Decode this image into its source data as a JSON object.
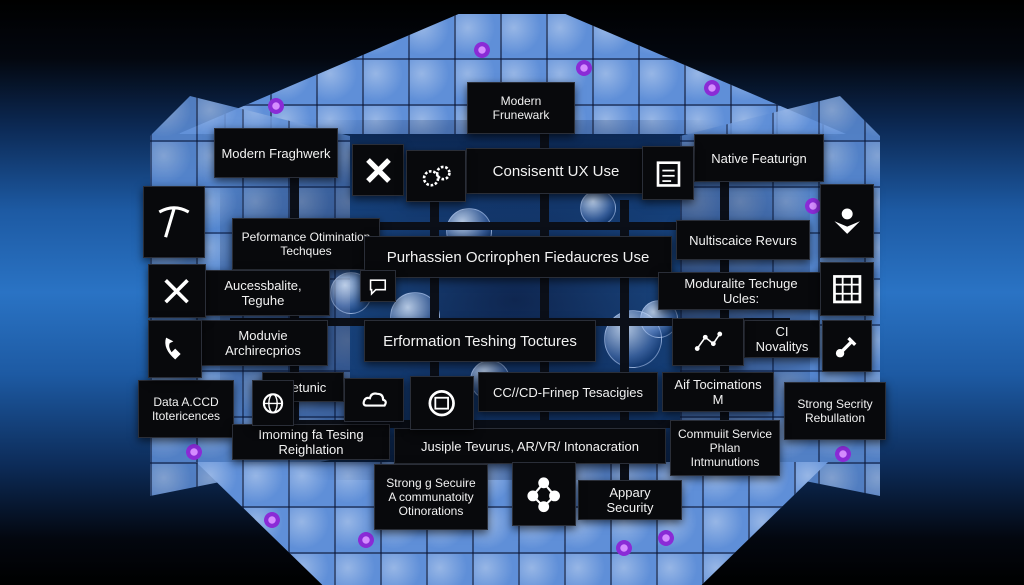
{
  "signs": {
    "modern_frunewark": "Modern Frunewark",
    "modern_fraghwerk": "Modern Fraghwerk",
    "consisent_ux_use": "Consisentt UX Use",
    "native_featurign": "Native Featurign",
    "performance_optimization": "Peformance Otimination Techques",
    "purhassien": "Purhassien Ocrirophen Fiedaucres Use",
    "nultiscaice_revurs": "Nultiscaice Revurs",
    "aucessbalite": "Aucessbalite, Teguhe",
    "moduvie_architecprios": "Moduvie Archirecprios",
    "erformation_teshing": "Erformation Teshing Toctures",
    "moduralite_techuge": "Moduralite Techuge Ucles:",
    "ci_novalitys": "CI Novalitys",
    "data_acd": "Data A.CCD Itotericences",
    "tretunic": "Tretunic",
    "cc_cd_frinep": "CC//CD-Frinep Tesacigies",
    "aif_tocimations": "Aif Tocimations M",
    "strong_secrity": "Strong Secrity Rebullation",
    "imoming_testing": "Imoming fa Tesing Reighlation",
    "jusiple_tevurus": "Jusiple Tevurus, AR/VR/ Intonacration",
    "commuit_service": "Commuiit Service Phlan Intmunutions",
    "strong_secure": "Strong g Secuire A communatoity Otinorations",
    "appary_security": "Appary Security"
  },
  "icons": [
    "pickaxe-icon",
    "tools-cross-icon",
    "gear-icon",
    "checklist-icon",
    "user-shield-icon",
    "grid-icon",
    "wrench-cross-icon",
    "chat-icon",
    "phone-icon",
    "network-icon",
    "globe-icon",
    "cloud-icon",
    "browser-icon",
    "graph-nodes-icon"
  ]
}
